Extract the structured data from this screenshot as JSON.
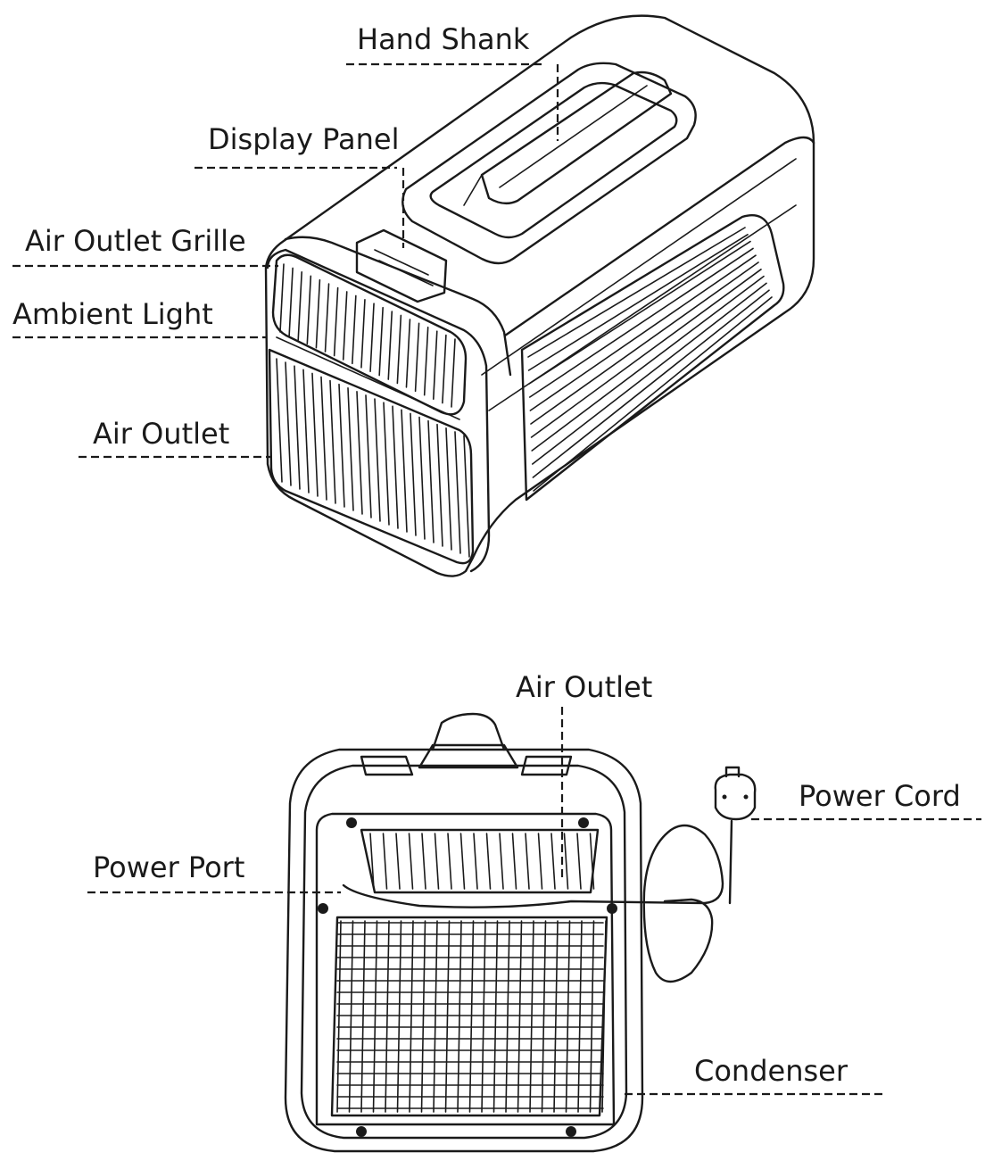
{
  "front_view": {
    "labels": {
      "hand_shank": "Hand Shank",
      "display_panel": "Display Panel",
      "air_outlet_grille": "Air Outlet Grille",
      "ambient_light": "Ambient Light",
      "air_outlet": "Air Outlet"
    }
  },
  "rear_view": {
    "labels": {
      "air_outlet": "Air Outlet",
      "power_cord": "Power Cord",
      "power_port": "Power Port",
      "condenser": "Condenser"
    }
  },
  "colors": {
    "line": "#1a1a1a",
    "background": "#ffffff"
  }
}
